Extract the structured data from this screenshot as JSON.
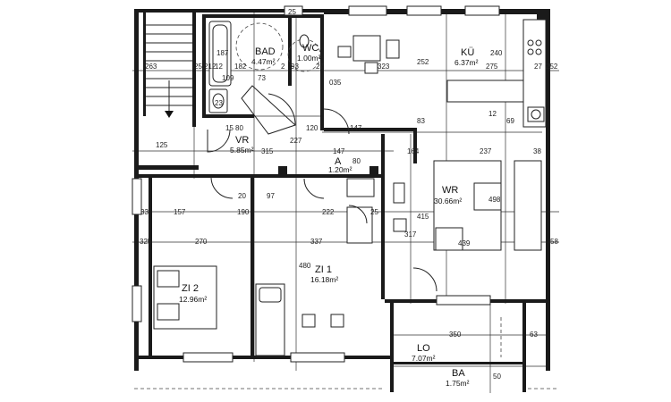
{
  "rooms": [
    {
      "name": "BAD",
      "area": "4.47m²"
    },
    {
      "name": "WC",
      "area": "1.00m²"
    },
    {
      "name": "KÜ",
      "area": "6.37m²"
    },
    {
      "name": "VR",
      "area": "5.85m²"
    },
    {
      "name": "A",
      "area": "1.20m²"
    },
    {
      "name": "WR",
      "area": "30.66m²"
    },
    {
      "name": "ZI 2",
      "area": "12.96m²"
    },
    {
      "name": "ZI 1",
      "area": "16.18m²"
    },
    {
      "name": "LO",
      "area": "7.07m²"
    },
    {
      "name": "BA",
      "area": "1.75m²"
    }
  ],
  "dimensions": [
    "263",
    "25",
    "212",
    "182",
    "187",
    "109",
    "73",
    "23",
    "93",
    "27",
    "2",
    "25",
    "12",
    "315",
    "120",
    "147",
    "80",
    "15",
    "227",
    "035",
    "323",
    "252",
    "240",
    "275",
    "27",
    "252",
    "83",
    "12",
    "69",
    "164",
    "237",
    "38",
    "147",
    "80",
    "25",
    "415",
    "498",
    "317",
    "439",
    "157",
    "190",
    "222",
    "270",
    "337",
    "480",
    "350",
    "63",
    "50",
    "125",
    "33",
    "325",
    "58",
    "97",
    "20"
  ]
}
